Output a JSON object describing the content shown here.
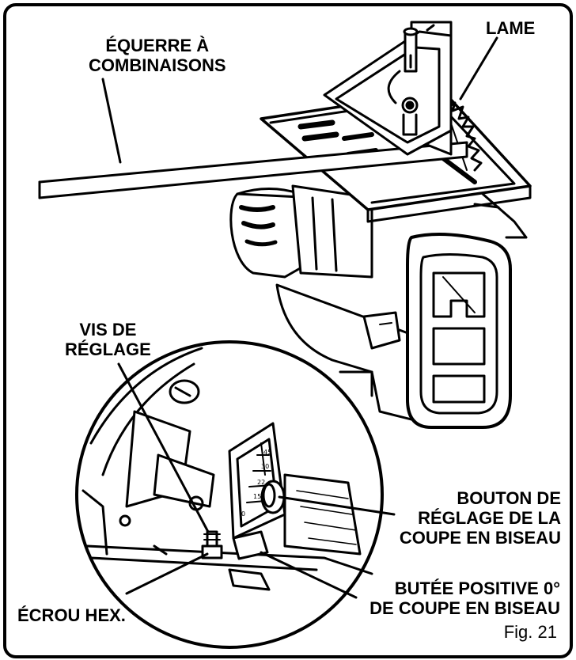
{
  "labels": {
    "square": [
      "ÉQUERRE À",
      "COMBINAISONS"
    ],
    "blade": "LAME",
    "adjust_screw": [
      "VIS DE",
      "RÉGLAGE"
    ],
    "bevel_knob": [
      "BOUTON DE",
      "RÉGLAGE DE LA",
      "COUPE EN BISEAU"
    ],
    "positive_stop": [
      "BUTÉE POSITIVE 0°",
      "DE COUPE EN BISEAU"
    ],
    "hex_nut": "ÉCROU HEX."
  },
  "scale_marks": [
    "45",
    "30",
    "22",
    "15",
    "0"
  ],
  "figure": "Fig. 21"
}
